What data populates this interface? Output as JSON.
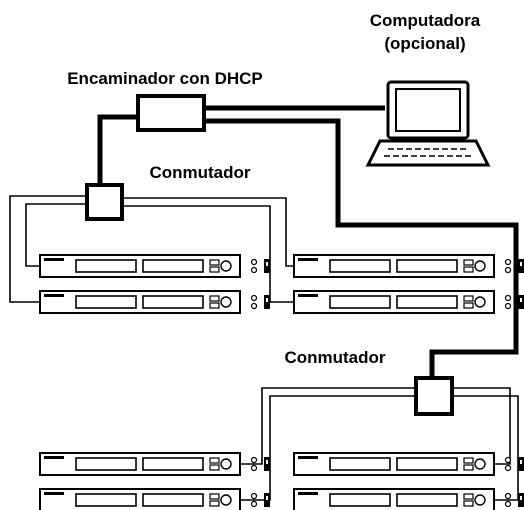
{
  "labels": {
    "computer_line1": "Computadora",
    "computer_line2": "(opcional)",
    "router": "Encaminador con DHCP",
    "switch_top": "Conmutador",
    "switch_bottom": "Conmutador"
  },
  "nodes": {
    "computer": "laptop-icon",
    "router": "router-box",
    "switches": [
      "switch-box",
      "switch-box"
    ],
    "receivers": [
      "receiver-unit",
      "receiver-unit",
      "receiver-unit",
      "receiver-unit",
      "receiver-unit",
      "receiver-unit",
      "receiver-unit",
      "receiver-unit"
    ]
  },
  "colors": {
    "line": "#000000",
    "background": "#ffffff"
  }
}
